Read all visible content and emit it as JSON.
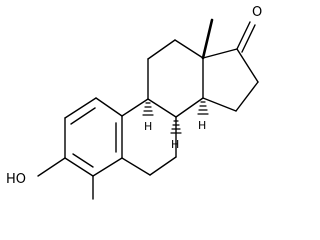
{
  "molecule": {
    "atom_labels": {
      "hydroxyl": "HO",
      "ketone_oxygen": "O",
      "h_9": "H",
      "h_8": "H",
      "h_14": "H"
    }
  }
}
